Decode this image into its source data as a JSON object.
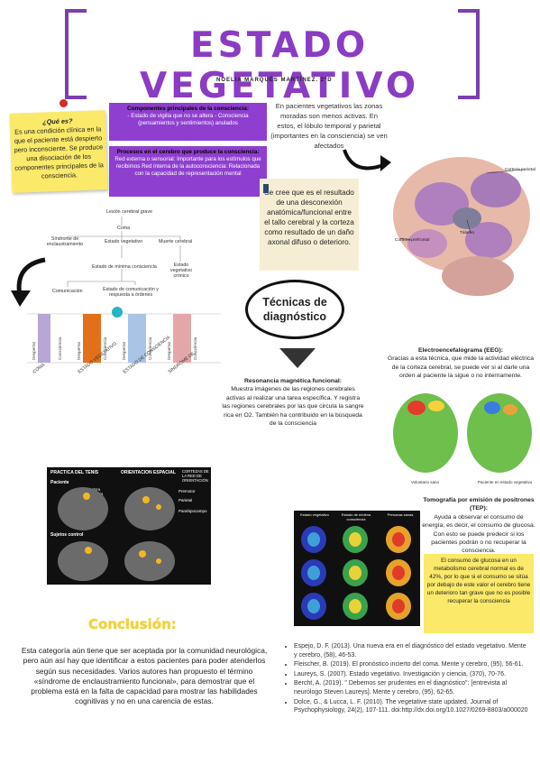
{
  "header": {
    "title": "ESTADO VEGETATIVO",
    "author": "NOELIA MARQUÉS MARTÍNEZ. 2ºD"
  },
  "sticky_note": {
    "question": "¿Qué es?",
    "text": "Es una condición clínica en la que el paciente está despierto pero inconsciente. Se produce una disociación de los componentes principales de la consciencia."
  },
  "components_box": {
    "heading": "Componentes principales de la consciencia:",
    "items": "- Estado de vigilia que no se altera - Consciencia (pensamientos y sentimientos) anulados"
  },
  "processes_box": {
    "heading": "Procesos en el cerebro que produce la consciencia:",
    "text": "Red externa o sensorial: Importante para los estímulos que recibimos Red interna de la autoconsciencia: Relacionada con la capacidad de representación mental"
  },
  "brain_note": "En pacientes vegetativos las zonas moradas son menos activas. En estos, el lóbulo temporal y parietal (importantes en la consciencia) se ven afectados",
  "brain_labels": {
    "parietal": "Corteza parietal",
    "thalamus": "Tálamo",
    "prefrontal": "Corteza prefrontal"
  },
  "belief_box": "Se cree que es el resultado de una desconexión anatómica/funcional entre el tallo cerebral y la corteza como resultado de un daño axonal difuso o deterioro.",
  "schema": {
    "root": "Lesión cerebral grave",
    "level1": "Coma",
    "level2": [
      "Síndrome de enclaustramiento",
      "Estado vegetativo",
      "Muerte cerebral"
    ],
    "level3": [
      "Estado de mínima consciencia",
      "Estado vegetativo crónico"
    ],
    "level4": [
      "Comunicación",
      "Estado de comunicación y respuesta a órdenes"
    ]
  },
  "chart_data": {
    "type": "bar",
    "categories": [
      "COMA",
      "ESTADO VEGETATIVO",
      "ESTADO DE CONSCIENCIA",
      "SÍNDROME DE..."
    ],
    "series": [
      {
        "values": [
          3,
          3,
          3,
          3
        ]
      },
      {
        "values": [
          0,
          3,
          3,
          3
        ]
      }
    ],
    "bar_labels": [
      "Despertar",
      "Consciencia",
      "Despertar",
      "Consciencia",
      "Despertar",
      "Consciencia",
      "Despertar",
      "Consciencia"
    ],
    "colors": [
      "#b7a6d6",
      "#e2701b",
      "#a9c4e6",
      "#e4a7a9"
    ],
    "title": "",
    "xlabel": "",
    "ylabel": ""
  },
  "tecnicas": "Técnicas de diagnóstico",
  "rmf": {
    "title": "Resonancia magnética funcional:",
    "text": "Muestra imágenes de las regiones cerebrales activas al realizar una tarea específica. Y registra las regiones cerebrales por las que circula la sangre rica en O2. También ha contribuido en la búsqueda de la consciencia"
  },
  "eeg": {
    "title": "Electroencefalograma (EEG):",
    "text": "Gracias a esta técnica, que mide la actividad eléctrica de la corteza cerebral, se puede ver si al darle una orden al paciente la sigue o no internamente.",
    "captions": [
      "Voluntario sano",
      "Paciente en estado vegetativo"
    ]
  },
  "fmri_image": {
    "col1": "PRACTICA DEL TENIS",
    "col2": "ORIENTACION ESPACIAL",
    "col3": "CORTEZAS DE LA RED DE ORIENTACIÓN",
    "row1": "Paciente",
    "row2": "Sujetos control",
    "labels": [
      "Area motora suplementaria",
      "Premotor",
      "Parietal",
      "Parahipocampo"
    ]
  },
  "pet": {
    "title": "Tomografía por emisión de positrones (TEP):",
    "text": "Ayuda a observar el consumo de energía, es decir, el consumo de glucosa. Con esto se puede predecir si los pacientes podrán o no recuperar la consciencia.",
    "columns": [
      "Estado vegetativo",
      "Estado de mínima consciencia",
      "Personas sanas"
    ]
  },
  "pet_note": "El consumo de glucosa en un metabolismo cerebral normal es de 42%, por lo que si el consumo se sitúa por debajo de este valor el cerebro tiene un deterioro tan grave que no es posible recuperar la consciencia",
  "conclusion": {
    "title": "Conclusión:",
    "text": "Esta categoría aún tiene que ser aceptada por la comunidad neurológica, pero aún así hay que identificar a estos pacientes para poder atenderlos según sus necesidades. Varios autores han propuesto el término «síndrome de enclaustramiento funcional», para demostrar que el problema está en la falta de capacidad para mostrar las habilidades cognitivas y no en una carencia de estas."
  },
  "references": [
    "Espejo, D. F. (2013). Una nueva era en el diagnóstico del estado vegetativo. Mente y cerebro, (58), 46-53.",
    "Fleischer, B. (2019). El pronóstico incierto del coma. Mente y cerebro, (95), 56-61.",
    "Laureys, S. (2007). Estado vegetativo. Investigación y ciencia, (370), 70-76.",
    "Bercht, A. (2019). \" Debemos ser prudentes en el diagnóstico\": [entrevista al neurólogo Steven Laureys]. Mente y cerebro, (95), 62-65.",
    "Dolce, G., & Lucca, L. F. (2010). The vegetative state updated. Journal of Psychophysiology, 24(2), 107-111. doi:http://dx.doi.org/10.1027/0269-8803/a000020"
  ]
}
